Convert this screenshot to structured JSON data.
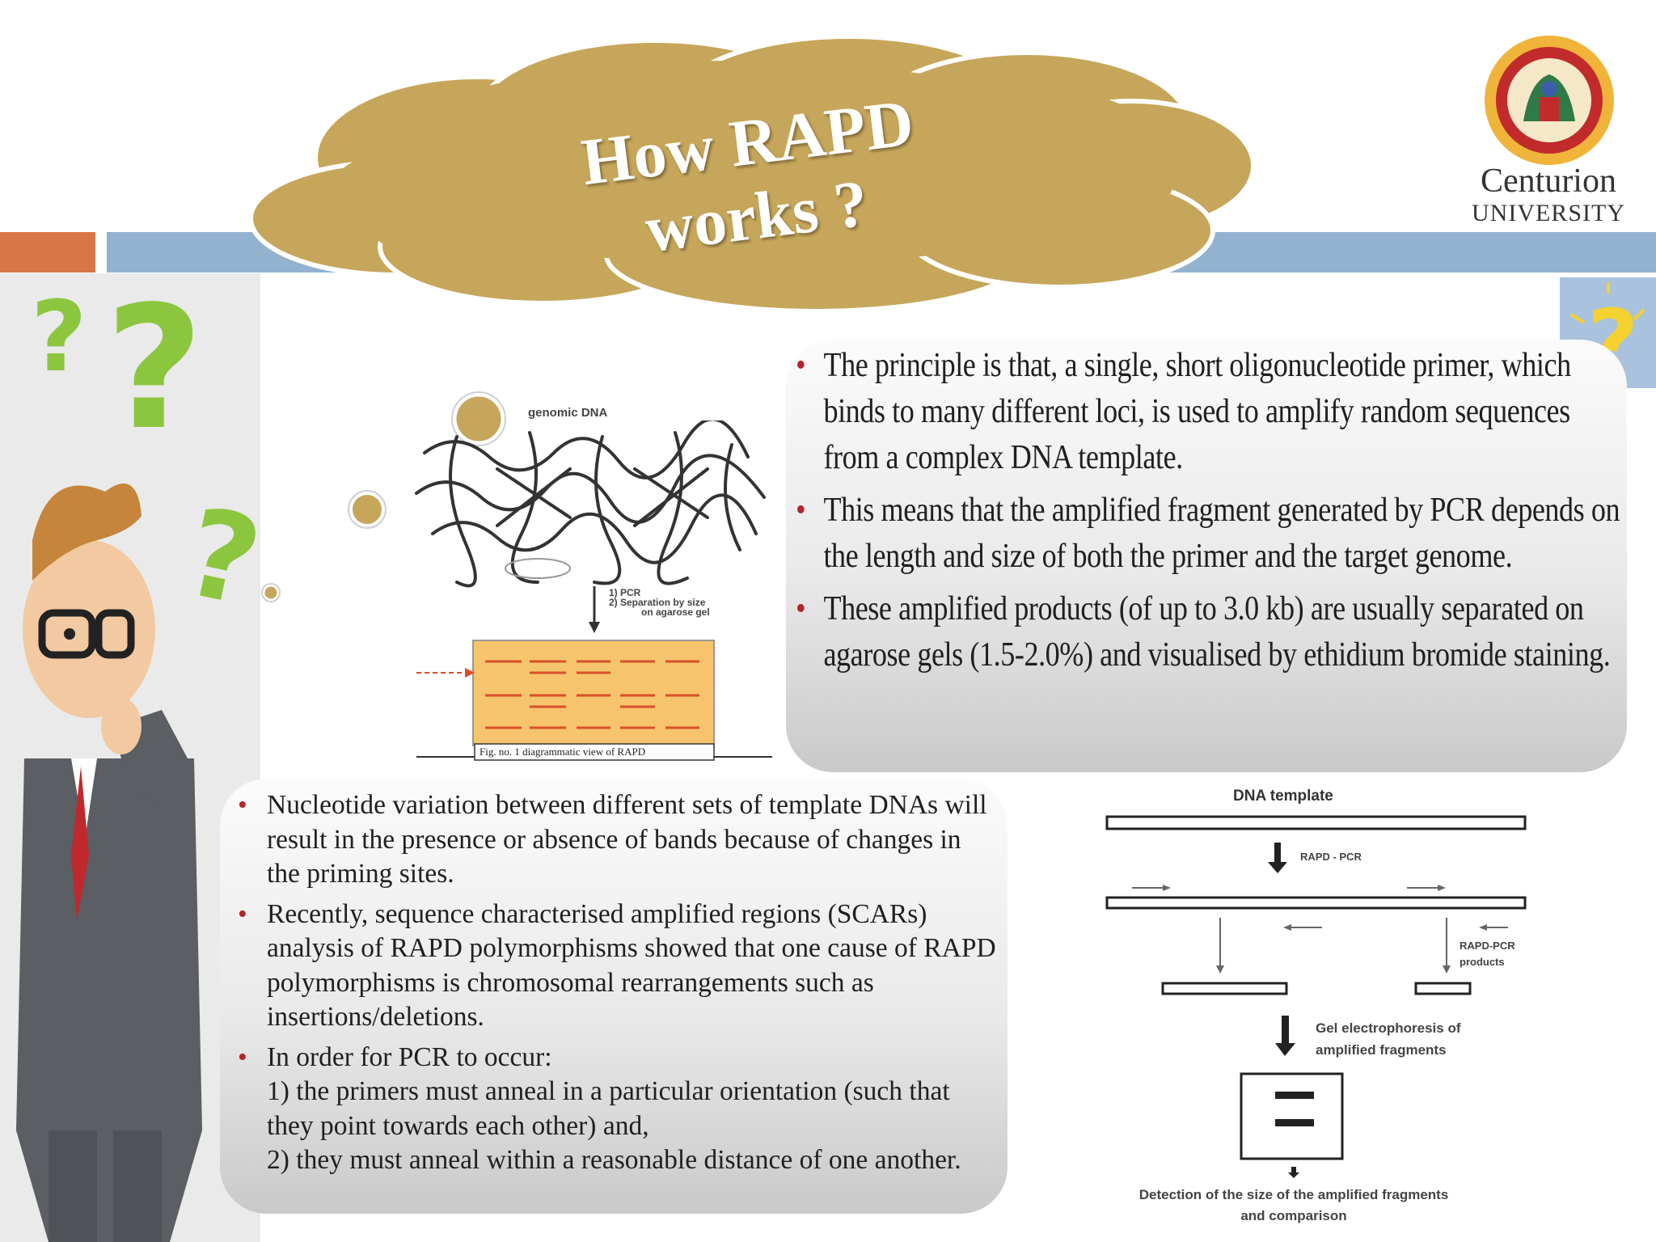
{
  "slide": {
    "title_line1": "How RAPD",
    "title_line2": "works ?",
    "logo": {
      "name_line1": "Centurion",
      "name_line2": "UNIVERSITY"
    },
    "right_bullets": [
      "The principle is that, a single, short oligonucleotide primer, which binds to many different loci, is used to amplify random sequences from a complex DNA template.",
      "This means that the amplified fragment generated by PCR depends on the length and size of both the primer and the target genome.",
      "These amplified products (of up to 3.0 kb) are usually separated on agarose gels (1.5-2.0%) and visualised by ethidium bromide staining."
    ],
    "left_bullets": {
      "b1": "Nucleotide variation between different sets of template DNAs will result in the presence or absence of bands because of changes in the priming sites.",
      "b2": "Recently, sequence characterised amplified regions (SCARs) analysis of RAPD polymorphisms showed that one cause of RAPD polymorphisms is chromosomal rearrangements such as insertions/deletions.",
      "b3_intro": "In order for PCR to occur:",
      "b3_point1": "1) the primers must anneal in a particular orientation (such that they point towards each other) and,",
      "b3_point2": "2) they must anneal within a reasonable distance of one another."
    },
    "figure1": {
      "label_genomic": "genomic DNA",
      "step1": "1) PCR",
      "step2": "2) Separation by size",
      "step2b": "on agarose gel",
      "caption": "Fig. no. 1 diagrammatic view of RAPD"
    },
    "figure2": {
      "dna_template": "DNA template",
      "rapd_pcr": "RAPD - PCR",
      "products_line1": "RAPD-PCR",
      "products_line2": "products",
      "gel_line1": "Gel electrophoresis of",
      "gel_line2": "amplified fragments",
      "detect_line1": "Detection of the size of the amplified fragments",
      "detect_line2": "and comparison"
    },
    "colors": {
      "accent_orange": "#d77746",
      "accent_blue": "#93b2cf",
      "cloud": "#c6a65a",
      "bullet": "#b3262d"
    }
  }
}
